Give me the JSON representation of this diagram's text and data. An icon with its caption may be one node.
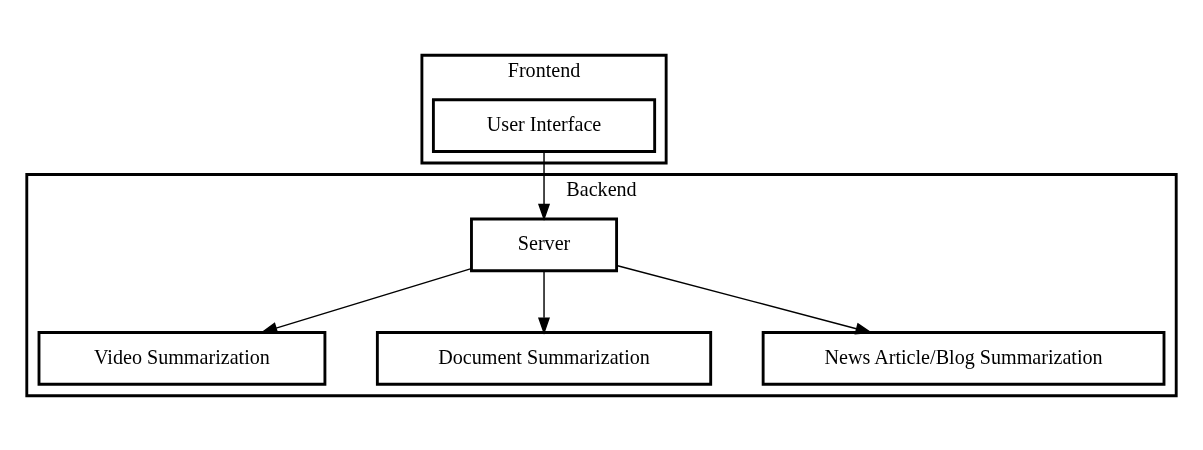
{
  "diagram": {
    "nodes": [
      {
        "text": [
          "Frontend"
        ]
      },
      {
        "text": [
          "User Interface"
        ],
        "in": 0
      },
      {
        "text": [
          "Backend"
        ]
      },
      {
        "text": [
          "Server"
        ],
        "in": 2
      },
      {
        "text": [
          "Video Summarization"
        ],
        "in": 2
      },
      {
        "text": [
          "Document Summarization"
        ],
        "in": 2
      },
      {
        "text": [
          "News Article/Blog Summarization"
        ],
        "in": 2
      }
    ],
    "edges": [
      {
        "from": 1,
        "to": 3,
        "arrow": "to"
      },
      {
        "from": 3,
        "to": 4,
        "arrow": "to"
      },
      {
        "from": 3,
        "to": 5,
        "arrow": "to"
      },
      {
        "from": 3,
        "to": 6,
        "arrow": "to"
      }
    ]
  }
}
